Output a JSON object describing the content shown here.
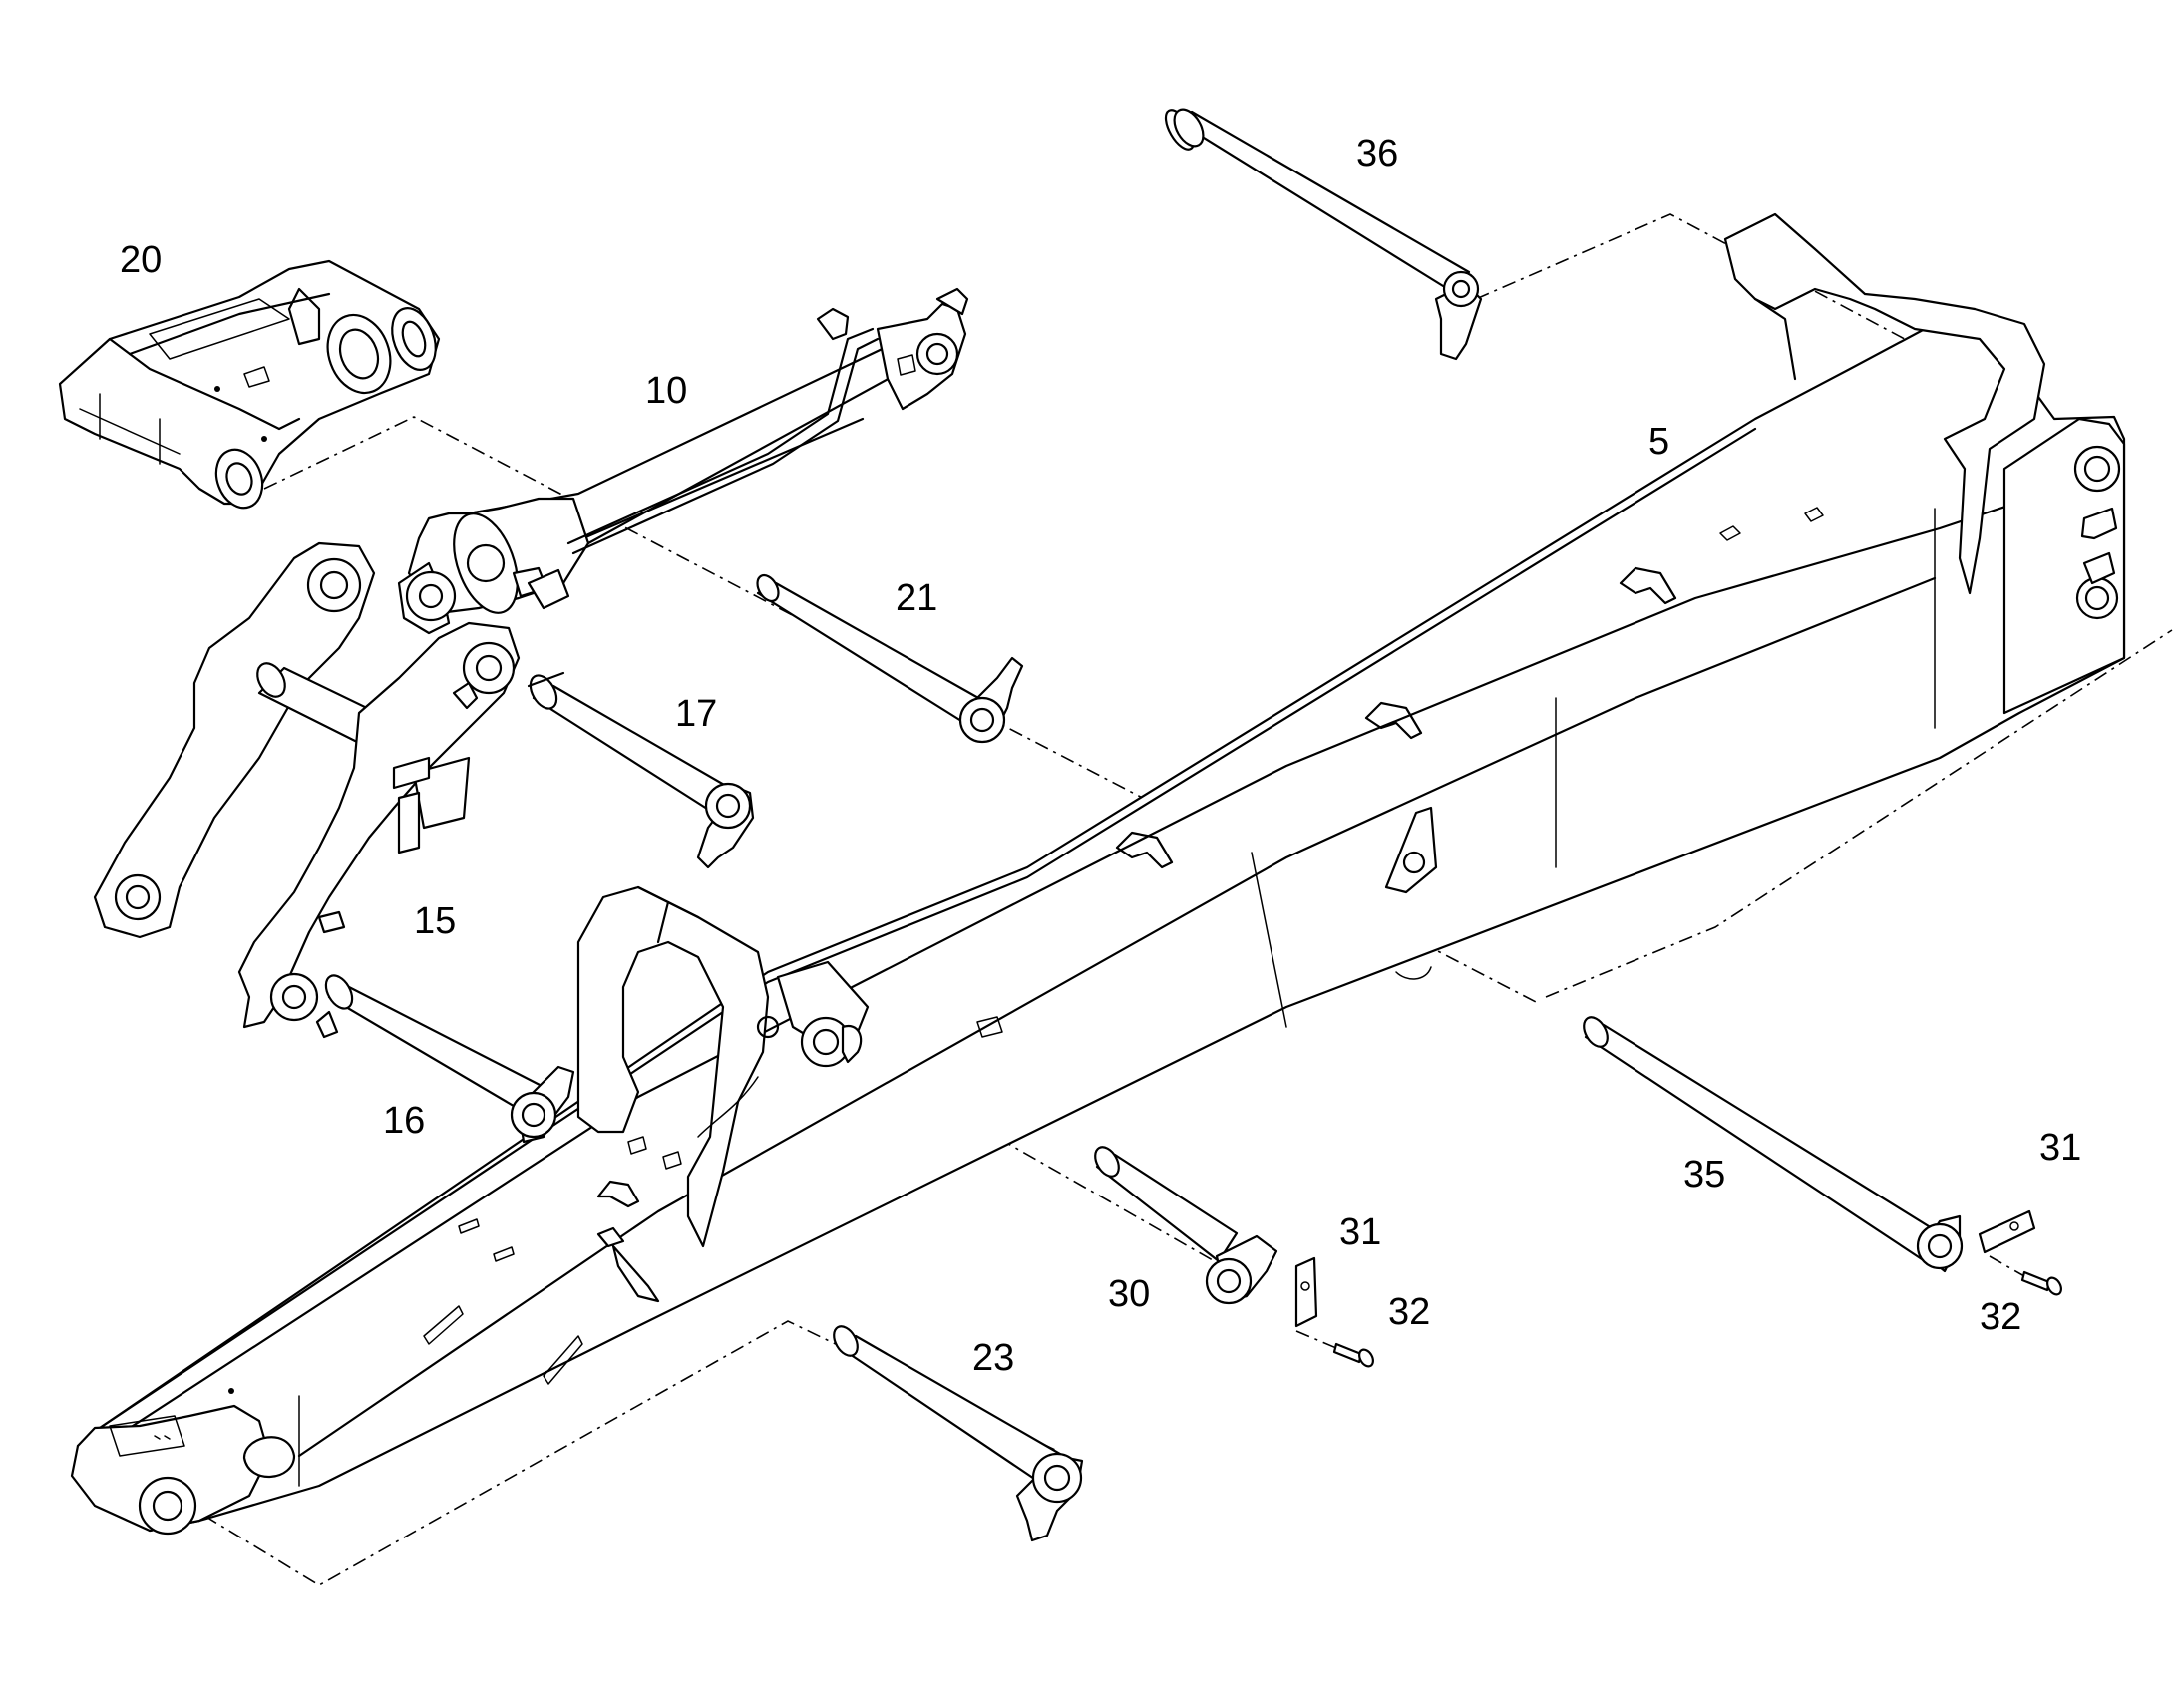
{
  "callouts": {
    "c36": "36",
    "c20": "20",
    "c10": "10",
    "c5": "5",
    "c21": "21",
    "c17": "17",
    "c15": "15",
    "c16": "16",
    "c35": "35",
    "c31a": "31",
    "c31b": "31",
    "c30": "30",
    "c32a": "32",
    "c32b": "32",
    "c23": "23"
  }
}
